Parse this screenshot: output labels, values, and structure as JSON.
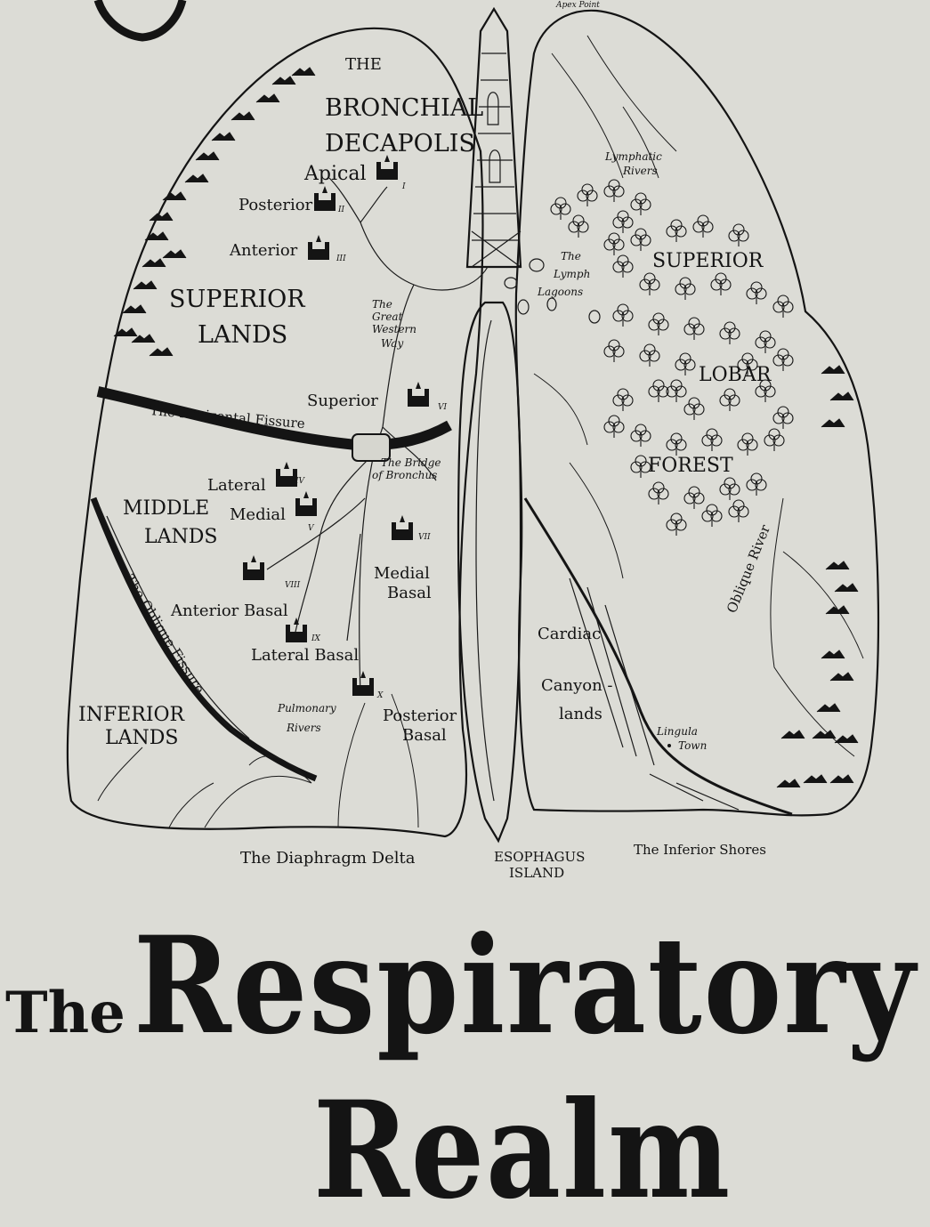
{
  "title": {
    "line1_prefix": "The",
    "line1_main": "Respiratory",
    "line2": "Realm"
  },
  "labels": {
    "apex_point": "Apex Point",
    "the": "THE",
    "bronchial": "BRONCHIAL",
    "decapolis": "DECAPOLIS",
    "apical": "Apical",
    "posterior": "Posterior",
    "anterior": "Anterior",
    "superior_lands_1": "SUPERIOR",
    "superior_lands_2": "LANDS",
    "great_western_way_1": "The",
    "great_western_way_2": "Great",
    "great_western_way_3": "Western",
    "great_western_way_4": "Way",
    "superior": "Superior",
    "horizontal_fissure": "The Horizontal Fissure",
    "bridge_1": "The Bridge",
    "bridge_2": "of Bronchus",
    "lateral": "Lateral",
    "medial": "Medial",
    "middle_lands_1": "MIDDLE",
    "middle_lands_2": "LANDS",
    "medial_basal_1": "Medial",
    "medial_basal_2": "Basal",
    "anterior_basal": "Anterior Basal",
    "lateral_basal": "Lateral Basal",
    "oblique_fissure": "The Oblique Fissure",
    "inferior_lands_1": "INFERIOR",
    "inferior_lands_2": "LANDS",
    "pulmonary_rivers_1": "Pulmonary",
    "pulmonary_rivers_2": "Rivers",
    "posterior_basal_1": "Posterior",
    "posterior_basal_2": "Basal",
    "diaphragm_delta": "The Diaphragm Delta",
    "esophagus_island_1": "ESOPHAGUS",
    "esophagus_island_2": "ISLAND",
    "lymphatic_rivers_1": "Lymphatic",
    "lymphatic_rivers_2": "Rivers",
    "lymph_lagoons_1": "The",
    "lymph_lagoons_2": "Lymph",
    "lymph_lagoons_3": "Lagoons",
    "superior_lobar_forest_1": "SUPERIOR",
    "superior_lobar_forest_2": "LOBAR",
    "superior_lobar_forest_3": "FOREST",
    "oblique_river": "Oblique River",
    "cardiac": "Cardiac",
    "canyon_1": "Canyon -",
    "canyon_2": "lands",
    "lingula_town_1": "Lingula",
    "lingula_town_2": "Town",
    "inferior_shores": "The Inferior Shores"
  },
  "segment_numerals": {
    "i": "I",
    "ii": "II",
    "iii": "III",
    "iv": "IV",
    "v": "V",
    "vi": "VI",
    "vii": "VII",
    "viii": "VIII",
    "ix": "IX",
    "x": "X"
  },
  "colors": {
    "parchment": "#dcdcd6",
    "ink": "#141414"
  }
}
